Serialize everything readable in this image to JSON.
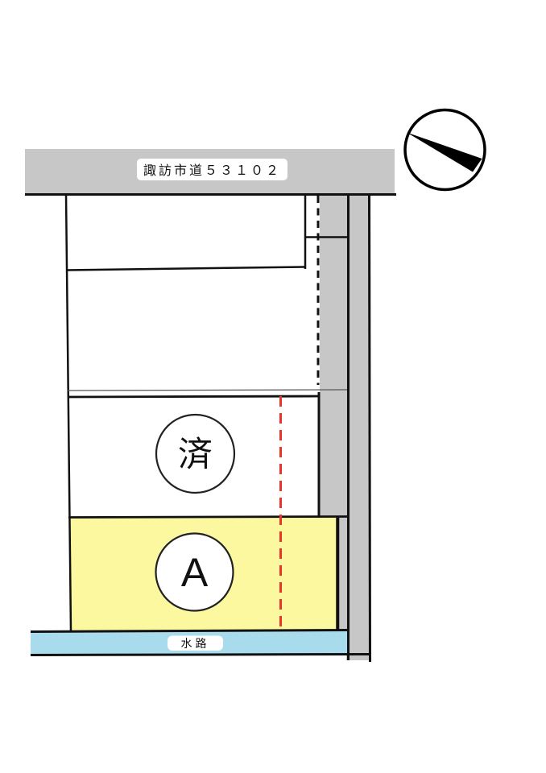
{
  "map": {
    "road": {
      "label": "諏訪市道５３１０２"
    },
    "waterway": {
      "label": "水路"
    },
    "parcel_done": {
      "label": "済"
    },
    "parcel_a": {
      "label": "A"
    },
    "compass": {
      "icon": "north-arrow-icon"
    }
  },
  "colors": {
    "road_fill": "#c7c7c7",
    "parcel_a_fill": "#fbf8a0",
    "waterway_fill": "#a8dcec",
    "boundary_red": "#e8362d",
    "line_black": "#1a1a1a",
    "label_box_fill": "#ffffff"
  }
}
